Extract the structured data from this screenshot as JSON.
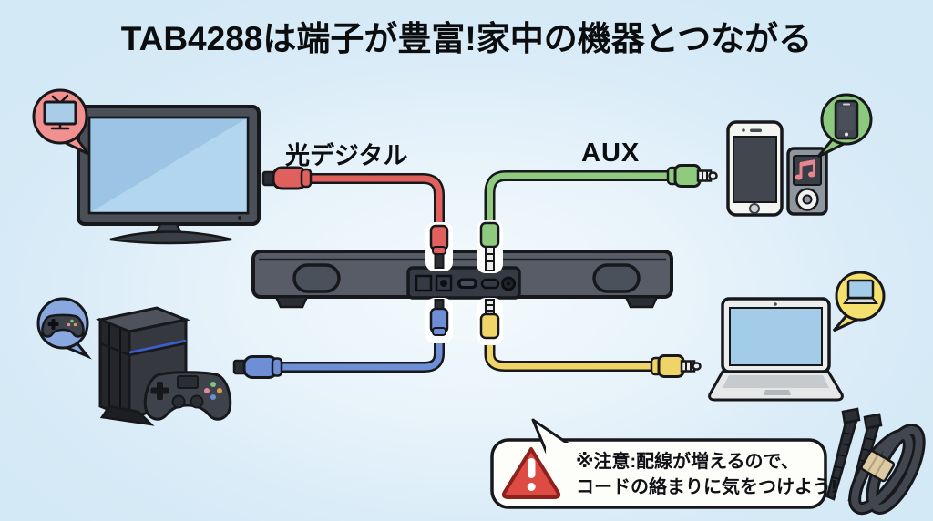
{
  "title": "TAB4288は端子が豊富!家中の機器とつながる",
  "cable_labels": {
    "optical_digital": "光デジタル",
    "aux": "AUX"
  },
  "warning_note": {
    "line1": "※注意:配線が増えるので、",
    "line2": "コードの絡まりに気をつけよう!"
  },
  "icons": {
    "tv_bubble": "tv-icon",
    "smartphone_bubble": "smartphone-icon",
    "gamepad_bubble": "gamepad-icon",
    "laptop_bubble": "laptop-icon",
    "warning": "warning-triangle-icon",
    "music_note": "music-note-icon",
    "cable_ties": "cable-tie-icon",
    "cable_coil": "cable-coil-icon"
  },
  "colors": {
    "background": "#d8ebf7",
    "optical_cable_red": "#e0605e",
    "aux_cable_green": "#8fca7f",
    "optical_cable_blue": "#6e8fd6",
    "aux_cable_yellow": "#f0d468",
    "tv_bubble_pink": "#f28f8f",
    "smartphone_bubble_green": "#8cc87e",
    "gamepad_bubble_blue": "#89a8e0",
    "laptop_bubble_yellow": "#f3e06e",
    "warning_red": "#dd4b43",
    "soundbar_body": "#575c66",
    "screen_blue": "#9ec7e6"
  }
}
